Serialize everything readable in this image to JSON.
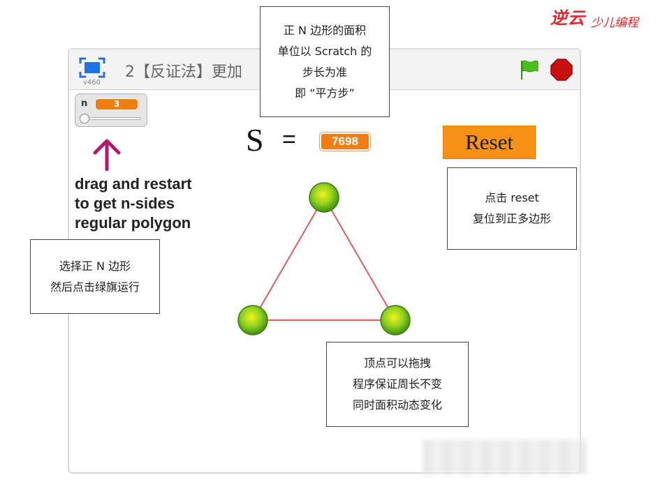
{
  "brand": {
    "name": "逆云",
    "sub": "少儿编程"
  },
  "window": {
    "title": "2【反证法】更加",
    "version": "v460",
    "icons": {
      "present": "fullscreen-icon",
      "flag": "green-flag-icon",
      "stop": "stop-icon"
    }
  },
  "monitor": {
    "label": "n",
    "value": "3",
    "slider_fraction": 0
  },
  "hint": {
    "lines": [
      "drag and restart",
      "to get n-sides",
      "regular polygon"
    ]
  },
  "formula": {
    "symbol": "S",
    "equals": "=",
    "value": "7698"
  },
  "reset": {
    "label": "Reset"
  },
  "notes": {
    "top": [
      "正 N 边形的面积",
      "单位以 Scratch 的",
      "步长为准",
      "即 “平方步”"
    ],
    "left": [
      "选择正 N 边形",
      "然后点击绿旗运行"
    ],
    "right": [
      "点击 reset",
      "复位到正多边形"
    ],
    "bottom": [
      "顶点可以拖拽",
      "程序保证周长不变",
      "同时面积动态变化"
    ]
  },
  "colors": {
    "accent_orange": "#ee7d16",
    "reset_orange": "#f79216",
    "edge_red": "#e05a5a",
    "vertex_green": "#5cae1f",
    "arrow_magenta": "#b0196c",
    "brand_red": "#e0252c"
  }
}
